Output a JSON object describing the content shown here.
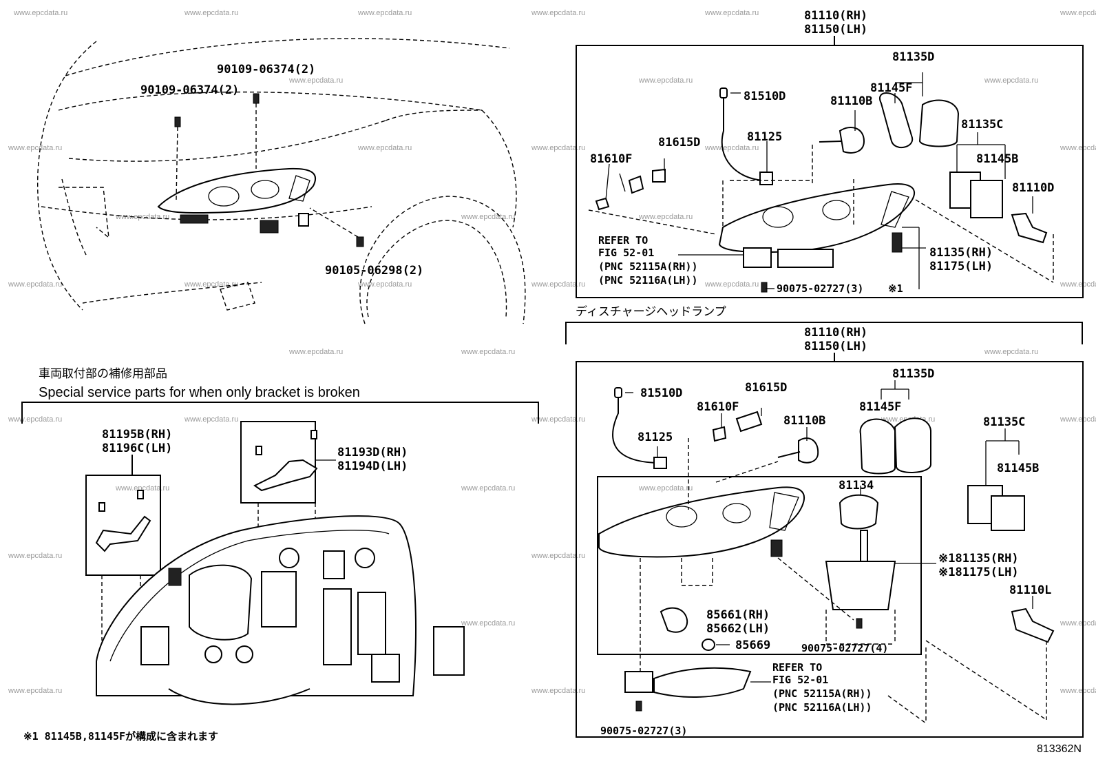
{
  "watermark": "www.epcdata.ru",
  "top_left": {
    "callouts": [
      "90109-06374(2)",
      "90109-06374(2)",
      "90105-06298(2)"
    ]
  },
  "top_right": {
    "header": [
      "81110(RH)",
      "81150(LH)"
    ],
    "callouts": [
      "81135D",
      "81145F",
      "81510D",
      "81110B",
      "81615D",
      "81125",
      "81135C",
      "81610F",
      "81145B",
      "81110D",
      "81135(RH)",
      "81175(LH)",
      "90075-02727(3)",
      "※1"
    ],
    "refer": [
      "REFER TO",
      "FIG 52-01",
      "(PNC 52115A(RH))",
      "(PNC 52116A(LH))"
    ]
  },
  "discharge": {
    "title": "ディスチャージヘッドランプ",
    "header": [
      "81110(RH)",
      "81150(LH)"
    ],
    "callouts": [
      "81135D",
      "81510D",
      "81615D",
      "81610F",
      "81110B",
      "81145F",
      "81135C",
      "81125",
      "81145B",
      "81134",
      "※181135(RH)",
      "※181175(LH)",
      "81110L",
      "85661(RH)",
      "85662(LH)",
      "85669",
      "90075-02727(4)",
      "90075-02727(3)"
    ],
    "refer": [
      "REFER TO",
      "FIG 52-01",
      "(PNC 52115A(RH))",
      "(PNC 52116A(LH))"
    ]
  },
  "bracket": {
    "title_jp": "車両取付部の補修用部品",
    "title_en": "Special service parts for when only bracket is broken",
    "callouts": [
      "81195B(RH)",
      "81196C(LH)",
      "81193D(RH)",
      "81194D(LH)"
    ]
  },
  "footnote": "※1 81145B,81145Fが構成に含まれます",
  "figure_id": "813362N"
}
